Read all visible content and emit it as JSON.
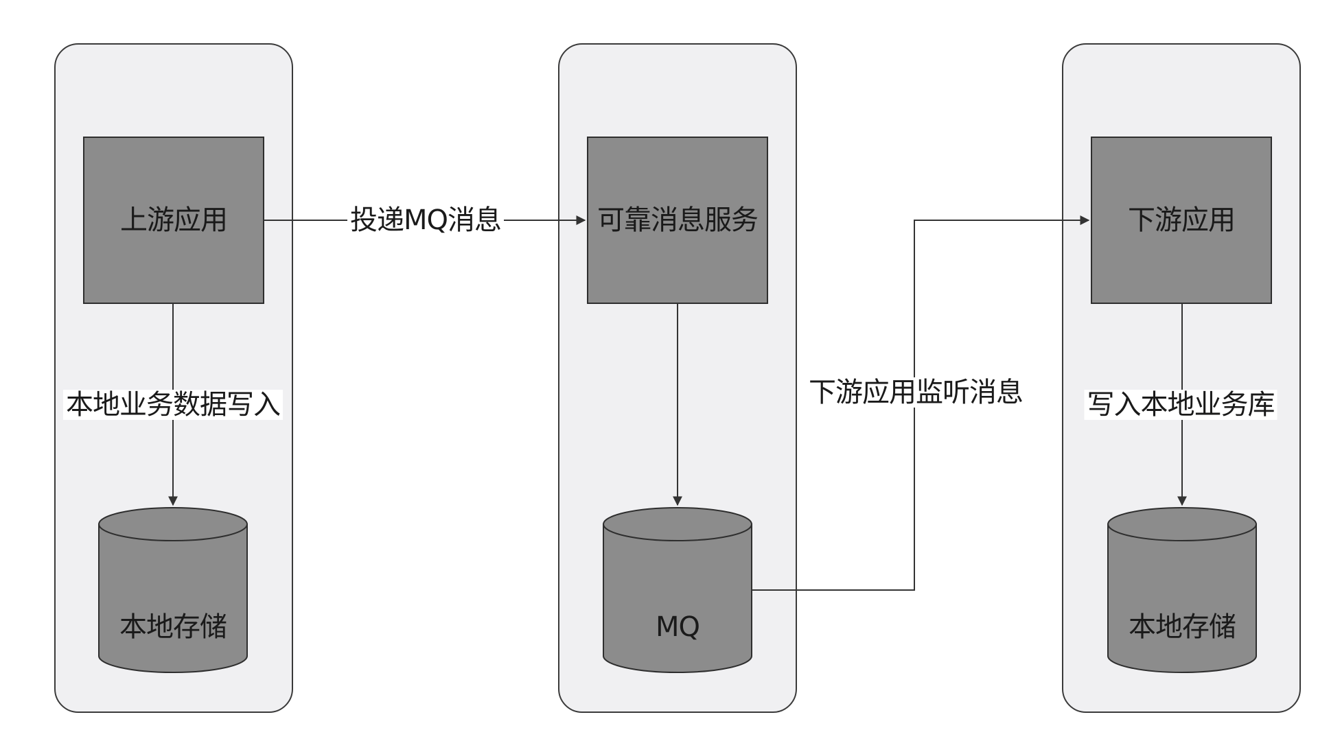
{
  "nodes": {
    "upstream_app": "上游应用",
    "reliable_msg_service": "可靠消息服务",
    "downstream_app": "下游应用",
    "upstream_storage": "本地存储",
    "mq": "MQ",
    "downstream_storage": "本地存储"
  },
  "edges": {
    "deliver_mq_message": "投递MQ消息",
    "write_local_business_data": "本地业务数据写入",
    "downstream_listen_message": "下游应用监听消息",
    "write_local_business_db": "写入本地业务库"
  },
  "colors": {
    "lane_fill": "#f0f0f2",
    "lane_border": "#3a3a3a",
    "node_fill": "#8c8c8c",
    "node_border": "#2e2e2e",
    "db_fill": "#8c8c8c",
    "line": "#333333"
  }
}
